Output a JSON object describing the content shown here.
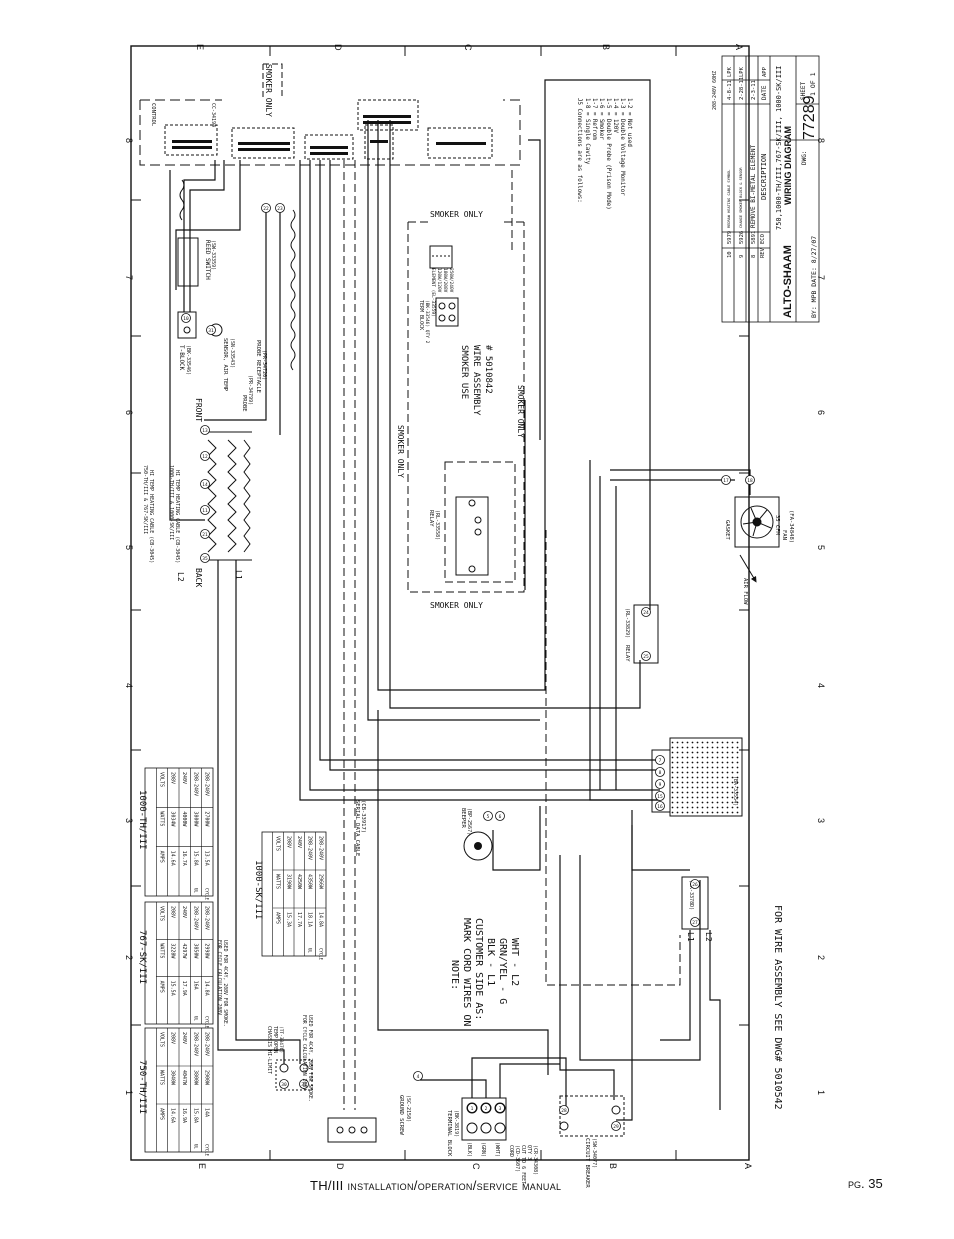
{
  "page": {
    "footer_title_main": "TH/III",
    "footer_title_rest": "installation/operation/service manual",
    "page_prefix": "pg.",
    "page_number": "35"
  },
  "grid": {
    "letters": [
      "E",
      "D",
      "C",
      "B",
      "A"
    ],
    "numbers": [
      "8",
      "7",
      "6",
      "5",
      "4",
      "3",
      "2",
      "1"
    ]
  },
  "title_block": {
    "company": "ALTO-SHAAM",
    "title": "WIRING DIAGRAM",
    "models": "750,1000-TH/III,767-SK/III, 1000-SK/III",
    "dwg_label": "DWG:",
    "dwg_number": "77289",
    "sheet_label": "SHEET",
    "sheet_value": "1 OF 1",
    "by_line": "BY: MPB DATE: 8/27/07",
    "voltage": "208-240V 60HZ",
    "revisions": [
      {
        "rev": "10",
        "eco": "5979",
        "desc": "REDRAW HEATING CABLE SYMBOL",
        "date": "4-8-11",
        "app": "LPK"
      },
      {
        "rev": "9",
        "eco": "5926",
        "desc": "CHANGE SMOKER BLOCK & SENSOR",
        "date": "2-28-11",
        "app": "LPK"
      },
      {
        "rev": "8",
        "eco": "5891",
        "desc": "REMOVE BI-METAL ELEMENT",
        "date": "2-3-11",
        "app": ""
      }
    ],
    "rev_headers": {
      "rev": "REV",
      "eco": "ECO",
      "desc": "DESCRIPTION",
      "date": "DATE",
      "app": "APP"
    }
  },
  "labels": {
    "control": "CONTROL",
    "control_part": "CC-34194",
    "smoker_only_bracket": "SMOKER ONLY",
    "smoker_only": "SMOKER ONLY",
    "smoker_wire_assy_1": "SMOKER USE",
    "smoker_wire_assy_2": "WIRE ASSEMBLY",
    "smoker_wire_assy_3": "# 5010842",
    "term_block": "TERM BLOCK",
    "term_block_part": "(BK-33546) QTY 2",
    "smoker_relay": "RELAY",
    "smoker_relay_part": "(RL-33558)",
    "smoker_element": "ELEMENT (EL-33559)",
    "smoker_element_v1": "120W/120V",
    "smoker_element_v2": "180W/208V",
    "smoker_element_v3": "250W/240V",
    "j5_header": "J5 Connections are as follows:",
    "j5_lines": [
      "1-8 = Single Cavity",
      "1-7 = Refrom",
      "1-6 = Smoker",
      "1-5 = Double Probe (Prison Mode)",
      "1-4 = 120V",
      "1-3 = Double Voltage Monitor",
      "1-2 = Not used"
    ],
    "reed_switch": "REED SWITCH",
    "reed_switch_part": "(SW-33359)",
    "t_block": "T-BLOCK",
    "t_block_part": "(BK-33546)",
    "sensor": "SENSOR, AIR TEMP",
    "sensor_part": "(SN-33543)",
    "probe_receptacle": "PROBE RECEPTACLE",
    "probe_receptacle_part": "(PR-34720)",
    "probe": "PROBE",
    "probe_part": "(PR-34799)",
    "front": "FRONT",
    "back": "BACK",
    "l1": "L1",
    "l2": "L2",
    "heating_cable_1": "HI TEMP HEATING CABLE (CB-3045)",
    "heating_cable_2": "HI TEMP HEATING CABLE (CB-3045)",
    "heating_cable_3": "750-TH/III & 767-SK/III",
    "heating_cable_4": "1000-TH/III & 1000-SK/III",
    "fan": "FAN",
    "fan_part": "(FA-34848)",
    "fan_cfm": "35 CFM",
    "gasket": "GASKET",
    "airflow": "AIR FLOW",
    "relay2": "RELAY",
    "relay2_part": "(RL-33829)",
    "power_supply_part": "(BA-33554)",
    "beeper": "BEEPER",
    "beeper_part": "(BP-2567)",
    "serial_cable": "SERIAL DATA CABLE",
    "serial_cable_part": "(CB-33917)",
    "terminal_block": "TERMINAL BLOCK",
    "terminal_block_part": "(BK-3819)",
    "ground_screw": "GROUND SCREW",
    "ground_screw_part": "(SC-2150)",
    "cord": "CORD",
    "cord_part_1": "(CD-3607)",
    "cord_part_2": "CUT TO 6 FEET",
    "cord_part_3": "QTY 3",
    "cord_part_4": "(CR-34308)",
    "circuit_breaker": "CIRCUIT BREAKER",
    "circuit_breaker_part": "(SW-34077)",
    "chassis_limit": "CHASSIS HI-LIMIT",
    "chassis_limit_2": "TEMP OPEN",
    "chassis_limit_part": "(TT-33476)",
    "block2_part": "(BK-3378D)",
    "blk": "(BLK)",
    "grn": "(GRN)",
    "wht": "(WHT)",
    "note_1": "NOTE:",
    "note_2": "MARK CORD WIRES ON",
    "note_3": "CUSTOMER SIDE AS:",
    "note_4": "BLK - L1",
    "note_5": "GRN/YEL - G",
    "note_6": "WHT - L2",
    "wire_assembly": "FOR WIRE ASSEMBLY SEE DWG# 5010542",
    "cycle_note_1": "FOR CYCLE CALCULATION 208V",
    "cycle_note_2": "USED FOR 4C4Y, 208V FOR SMOKE.",
    "cycle_note_3": "FOR CYCLE CALCULATION 208V",
    "cycle_note_4": "USED FOR 4C4Y, 208V FOR SMOKE."
  },
  "tables": [
    {
      "title": "750-TH/III",
      "headers": [
        "VOLTS",
        "WATTS",
        "AMPS"
      ],
      "rows": [
        [
          "208V",
          "3040W",
          "14.6A"
        ],
        [
          "240V",
          "4047W",
          "16.9A"
        ],
        [
          "208-240V",
          "3800W",
          "15.8A"
        ],
        [
          "208-240V",
          "2900W",
          "14A"
        ]
      ],
      "row_tags": [
        "",
        "",
        "UL",
        "CYCLE"
      ]
    },
    {
      "title": "767-SK/III",
      "headers": [
        "VOLTS",
        "WATTS",
        "AMPS"
      ],
      "rows": [
        [
          "208V",
          "3228W",
          "15.5A"
        ],
        [
          "240V",
          "4297W",
          "17.9A"
        ],
        [
          "208-240V",
          "3850W",
          "16A"
        ],
        [
          "208-240V",
          "2998W",
          "14.8A"
        ]
      ],
      "row_tags": [
        "",
        "",
        "UL",
        "CYCLE"
      ]
    },
    {
      "title": "1000-TH/III",
      "headers": [
        "VOLTS",
        "WATTS",
        "AMPS"
      ],
      "rows": [
        [
          "208V",
          "3034W",
          "14.6A"
        ],
        [
          "240V",
          "4000W",
          "16.7A"
        ],
        [
          "208-240V",
          "3800W",
          "15.8A"
        ],
        [
          "208-240V",
          "2700W",
          "13.5A"
        ]
      ],
      "row_tags": [
        "",
        "",
        "UL",
        "CYCLE"
      ]
    },
    {
      "title": "1000-SK/III",
      "headers": [
        "VOLTS",
        "WATTS",
        "AMPS"
      ],
      "rows": [
        [
          "208V",
          "3190W",
          "15.3A"
        ],
        [
          "240V",
          "4250W",
          "17.7A"
        ],
        [
          "208-240V",
          "4350W",
          "18.1A"
        ],
        [
          "208-240V",
          "2966W",
          "14.8A"
        ]
      ],
      "row_tags": [
        "",
        "",
        "UL",
        "CYCLE"
      ]
    }
  ],
  "wire_numbers": [
    "22",
    "23",
    "10",
    "31",
    "13",
    "12",
    "14",
    "11",
    "21",
    "1",
    "2",
    "3",
    "4",
    "5",
    "6",
    "7",
    "8",
    "9",
    "15",
    "16",
    "17",
    "18",
    "24",
    "25",
    "26",
    "27",
    "28",
    "29",
    "30",
    "33",
    "35"
  ]
}
